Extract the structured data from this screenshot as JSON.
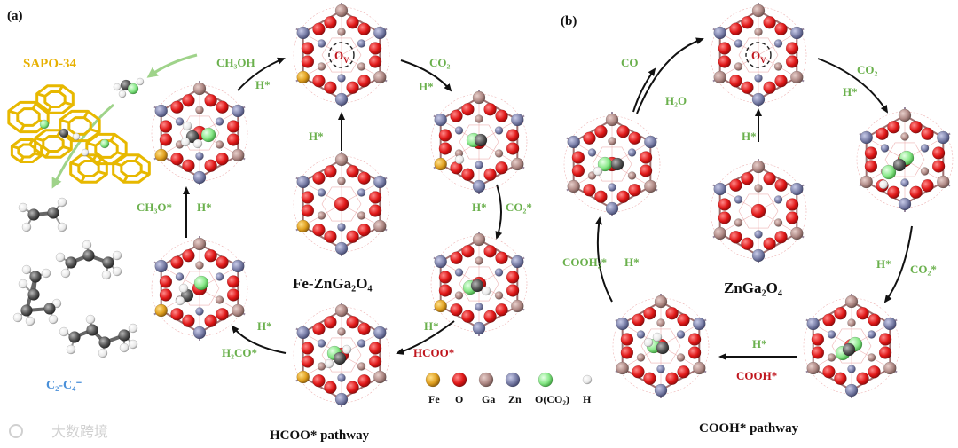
{
  "colors": {
    "green": "#6ab04c",
    "red": "#c0161e",
    "blue": "#4a90d9",
    "orange": "#d9a400",
    "fe": "#e0a020",
    "o": "#e01818",
    "ga": "#b08a86",
    "zn": "#7a7fa8",
    "oco2": "#88e888",
    "h": "#ffffff",
    "framework": "#e7b800"
  },
  "panel_a": {
    "label": "(a)",
    "zeolite_label": "SAPO-34",
    "products_label": "C₂-C₄⁼",
    "catalyst_label": "Fe-ZnGa₂O₄",
    "pathway_label": "HCOO* pathway",
    "cycle": {
      "ch3oh_release": "CH₃OH",
      "h_top_left": "H*",
      "co2_top_right": "CO₂",
      "h_top_right": "H*",
      "h_center_top": "H*",
      "ch3o": "CH₃O*",
      "h_left_mid": "H*",
      "h_right_mid": "H*",
      "co2_star": "CO₂*",
      "h_bottom_left": "H*",
      "h2co": "H₂CO*",
      "h_bottom_right": "H*",
      "hcoo": "HCOO*"
    }
  },
  "panel_b": {
    "label": "(b)",
    "catalyst_label": "ZnGa₂O₄",
    "pathway_label": "COOH* pathway",
    "cycle": {
      "co_release": "CO",
      "h2o": "H₂O",
      "co2_top": "CO₂",
      "h_top_right": "H*",
      "h_center": "H*",
      "cooh_star": "COOH₂*",
      "h_left": "H*",
      "h_right_mid": "H*",
      "co2_star": "CO₂*",
      "h_bottom": "H*",
      "cooh": "COOH*"
    }
  },
  "legend": {
    "items": [
      {
        "label": "Fe",
        "color": "#e0a020"
      },
      {
        "label": "O",
        "color": "#e01818"
      },
      {
        "label": "Ga",
        "color": "#b08a86"
      },
      {
        "label": "Zn",
        "color": "#7a7fa8"
      },
      {
        "label": "O(CO₂)",
        "color": "#88e888"
      },
      {
        "label": "H",
        "color": "#ffffff"
      }
    ]
  },
  "vacancy": {
    "label": "O",
    "subscript": "V"
  },
  "watermark": "大数跨境"
}
